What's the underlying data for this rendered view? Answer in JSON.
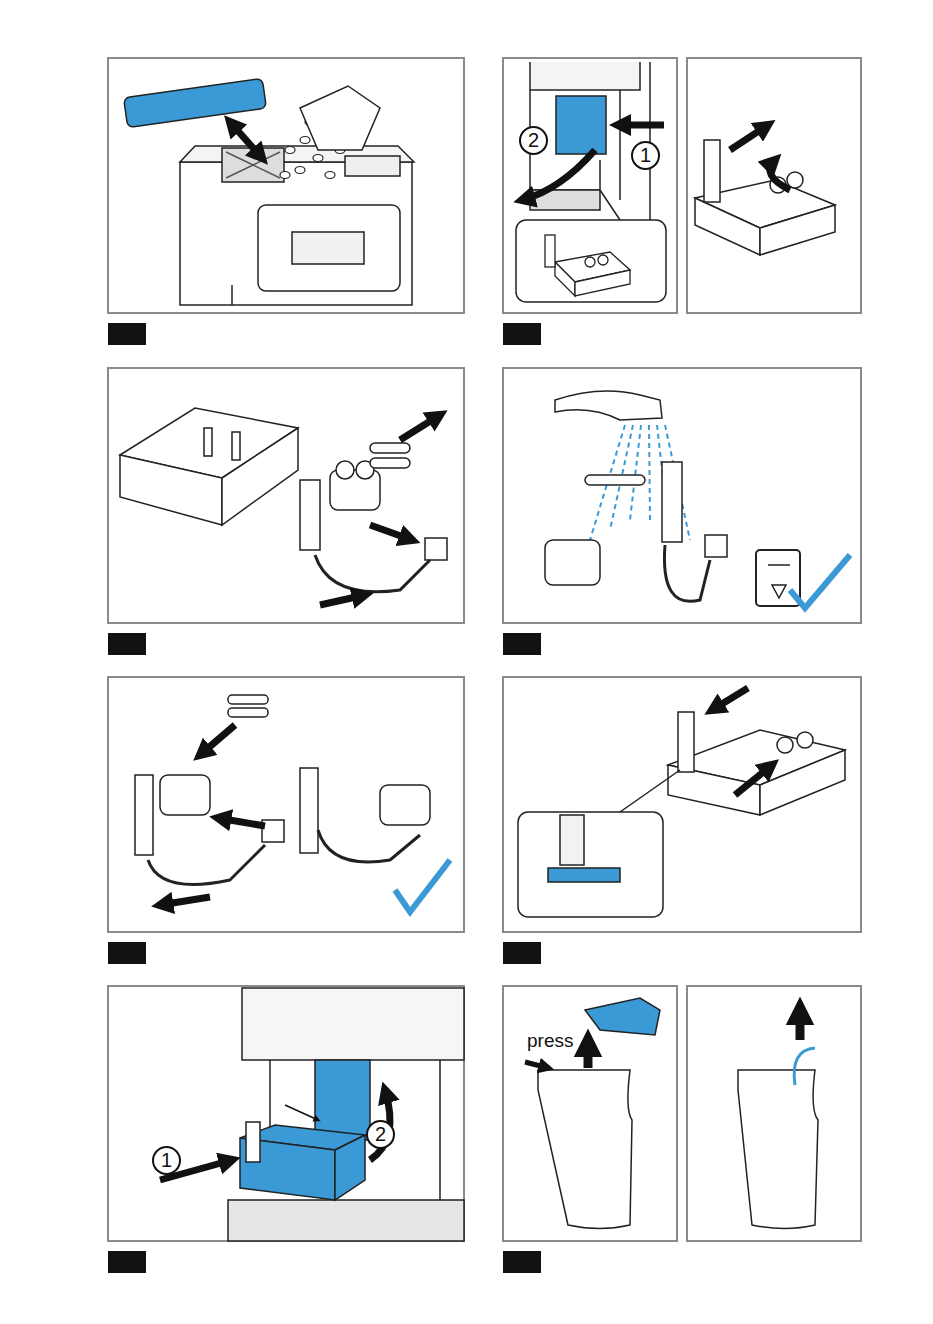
{
  "diagram": {
    "nodes": [
      {
        "text": [
          "2"
        ]
      },
      {
        "text": [
          "1"
        ]
      },
      {
        "text": [
          "1"
        ]
      },
      {
        "text": [
          "2"
        ]
      }
    ],
    "labels": [
      "press"
    ]
  }
}
